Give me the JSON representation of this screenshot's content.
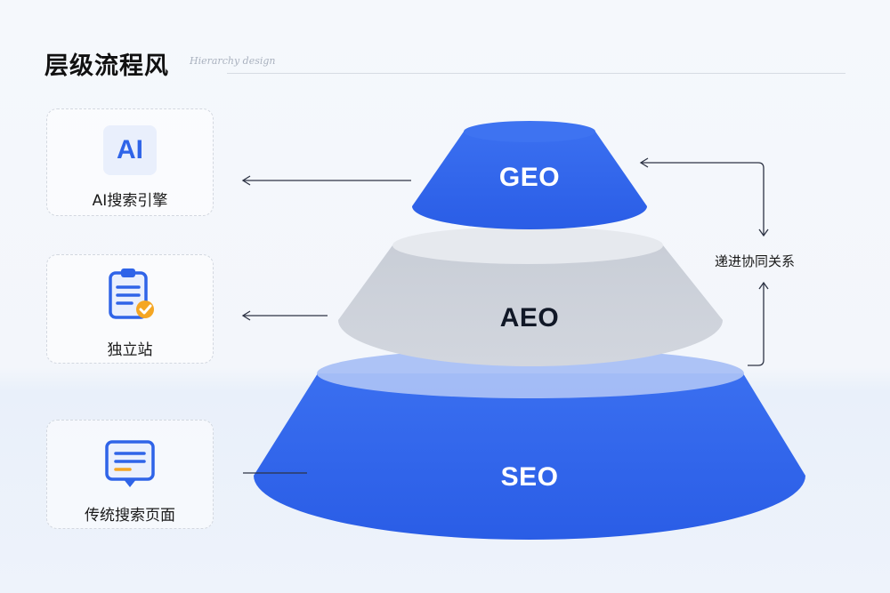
{
  "header": {
    "title": "层级流程风",
    "subtitle": "Hierarchy design"
  },
  "cards": [
    {
      "label": "AI搜索引擎",
      "icon": "ai-badge-icon",
      "badge_text": "AI"
    },
    {
      "label": "独立站",
      "icon": "clipboard-check-icon"
    },
    {
      "label": "传统搜索页面",
      "icon": "chat-document-icon"
    }
  ],
  "pyramid": {
    "top_label": "GEO",
    "middle_label": "AEO",
    "bottom_label": "SEO"
  },
  "relation_label": "递进协同关系",
  "colors": {
    "brand_blue": "#2f64e8",
    "middle_gray": "#cdd2da",
    "text_dark": "#1a1a1a",
    "accent_orange": "#f5a623"
  }
}
